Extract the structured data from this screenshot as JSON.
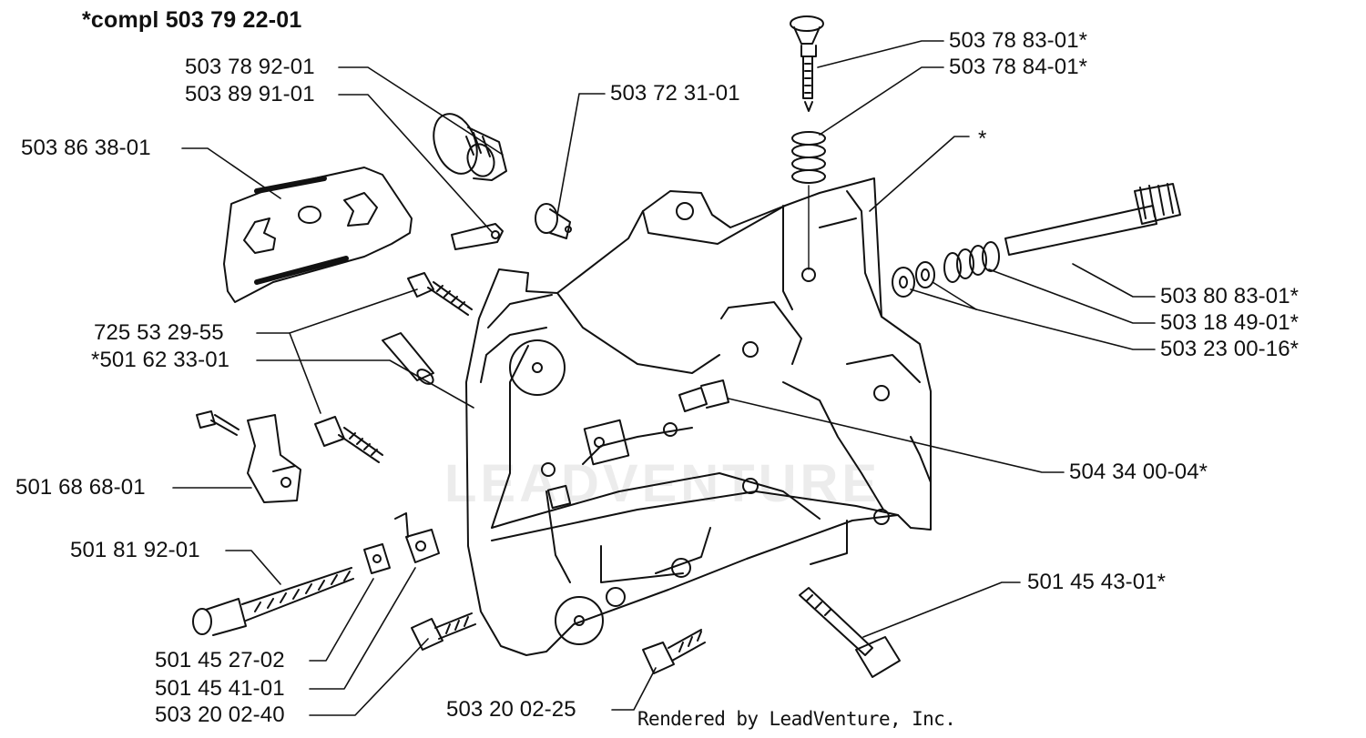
{
  "title": "*compl 503 79 22-01",
  "watermark": "LEADVENTURE",
  "credit": "Rendered by LeadVenture, Inc.",
  "parts": [
    {
      "id": "p1",
      "label": "503 78 92-01"
    },
    {
      "id": "p2",
      "label": "503 89 91-01"
    },
    {
      "id": "p3",
      "label": "503 86 38-01"
    },
    {
      "id": "p4",
      "label": "503 72 31-01"
    },
    {
      "id": "p5",
      "label": "503 78 83-01*"
    },
    {
      "id": "p6",
      "label": "503 78 84-01*"
    },
    {
      "id": "p7",
      "label": "*"
    },
    {
      "id": "p8",
      "label": "725 53 29-55"
    },
    {
      "id": "p9",
      "label": "*501 62 33-01"
    },
    {
      "id": "p10",
      "label": "503 80 83-01*"
    },
    {
      "id": "p11",
      "label": "503 18 49-01*"
    },
    {
      "id": "p12",
      "label": "503 23 00-16*"
    },
    {
      "id": "p13",
      "label": "501 68 68-01"
    },
    {
      "id": "p14",
      "label": "504 34 00-04*"
    },
    {
      "id": "p15",
      "label": "501 81 92-01"
    },
    {
      "id": "p16",
      "label": "501 45 43-01*"
    },
    {
      "id": "p17",
      "label": "501 45 27-02"
    },
    {
      "id": "p18",
      "label": "501 45 41-01"
    },
    {
      "id": "p19",
      "label": "503 20 02-40"
    },
    {
      "id": "p20",
      "label": "503 20 02-25"
    }
  ]
}
